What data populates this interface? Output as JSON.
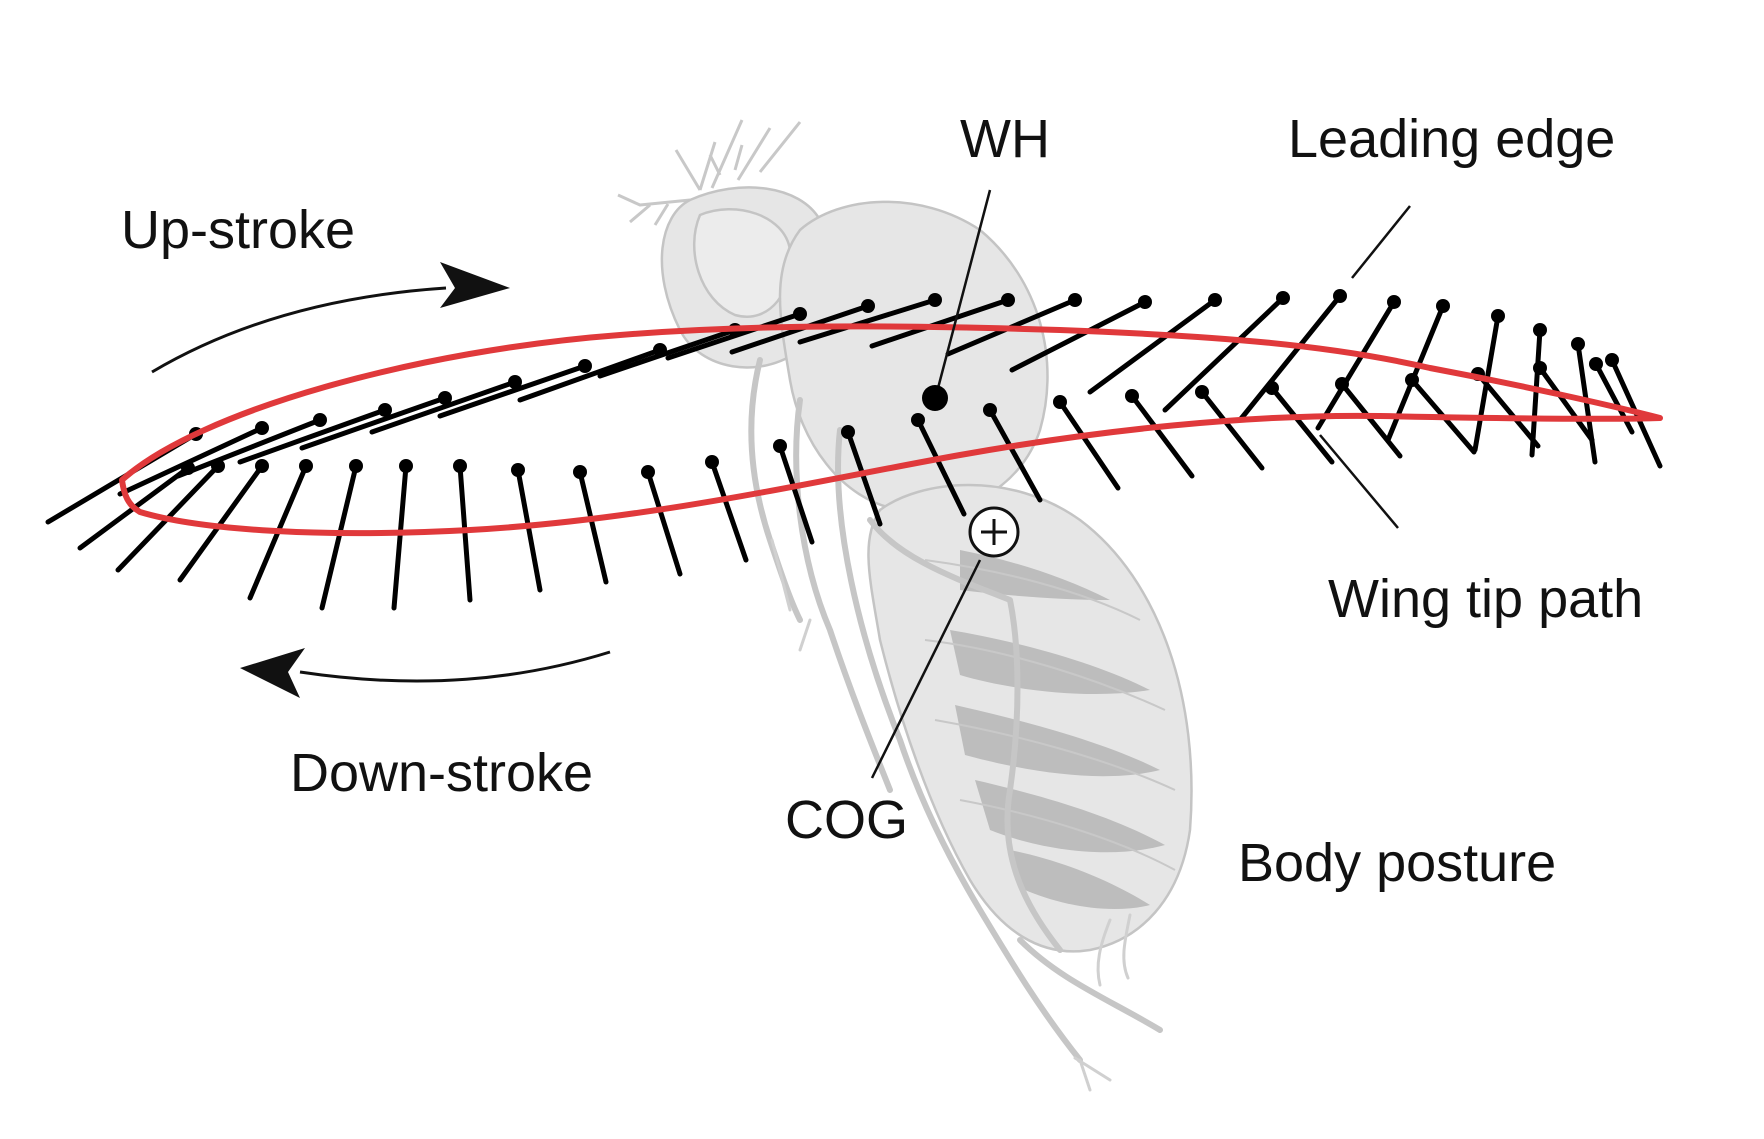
{
  "labels": {
    "upstroke": "Up-stroke",
    "downstroke": "Down-stroke",
    "wing_hinge": "WH",
    "leading_edge": "Leading edge",
    "wing_tip_path": "Wing tip path",
    "cog": "COG",
    "body_posture": "Body posture"
  },
  "colors": {
    "wing_tip_path": "#e0393b",
    "wing_chord": "#000000",
    "body_fill": "#e6e6e6",
    "body_stroke": "#c4c4c4",
    "body_marking": "#bdbdbd"
  },
  "icons": {
    "cog_marker": "circled-plus",
    "wing_hinge_marker": "filled-dot"
  }
}
